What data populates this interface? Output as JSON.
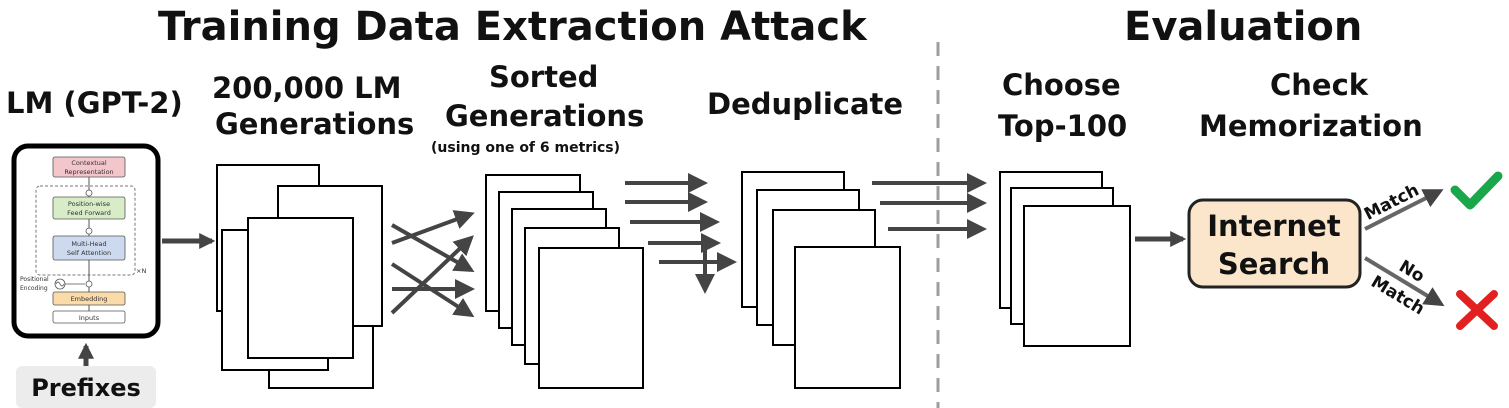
{
  "headers": {
    "attack": "Training Data Extraction Attack",
    "evaluation": "Evaluation"
  },
  "stages": {
    "lm": "LM (GPT-2)",
    "generations_1": "200,000 LM",
    "generations_2": "Generations",
    "sorted_1": "Sorted",
    "sorted_2": "Generations",
    "sorted_note": "(using one of 6 metrics)",
    "dedup": "Deduplicate",
    "choose_1": "Choose",
    "choose_2": "Top-100",
    "check_1": "Check",
    "check_2": "Memorization"
  },
  "transformer": {
    "output": "Contextual",
    "output_2": "Representation",
    "ffn_1": "Position-wise",
    "ffn_2": "Feed Forward",
    "attn_1": "Multi-Head",
    "attn_2": "Self Attention",
    "repeat": "×N",
    "posenc_1": "Positional",
    "posenc_2": "Encoding",
    "embedding": "Embedding",
    "inputs": "Inputs"
  },
  "prefixes": "Prefixes",
  "search": {
    "line1": "Internet",
    "line2": "Search"
  },
  "outcomes": {
    "match": "Match",
    "no_1": "No",
    "no_2": "Match"
  },
  "colors": {
    "arrow": "#444444",
    "divider": "#9e9e9e",
    "search_fill": "#fbe6cc",
    "search_stroke": "#222222",
    "check": "#1aa64a",
    "cross": "#e32020",
    "prefix_fill": "#ececec",
    "red_block": "#f3c6cc",
    "green_block": "#d7ecc7",
    "blue_block": "#cdd9ee",
    "orange_block": "#fbdca9"
  }
}
